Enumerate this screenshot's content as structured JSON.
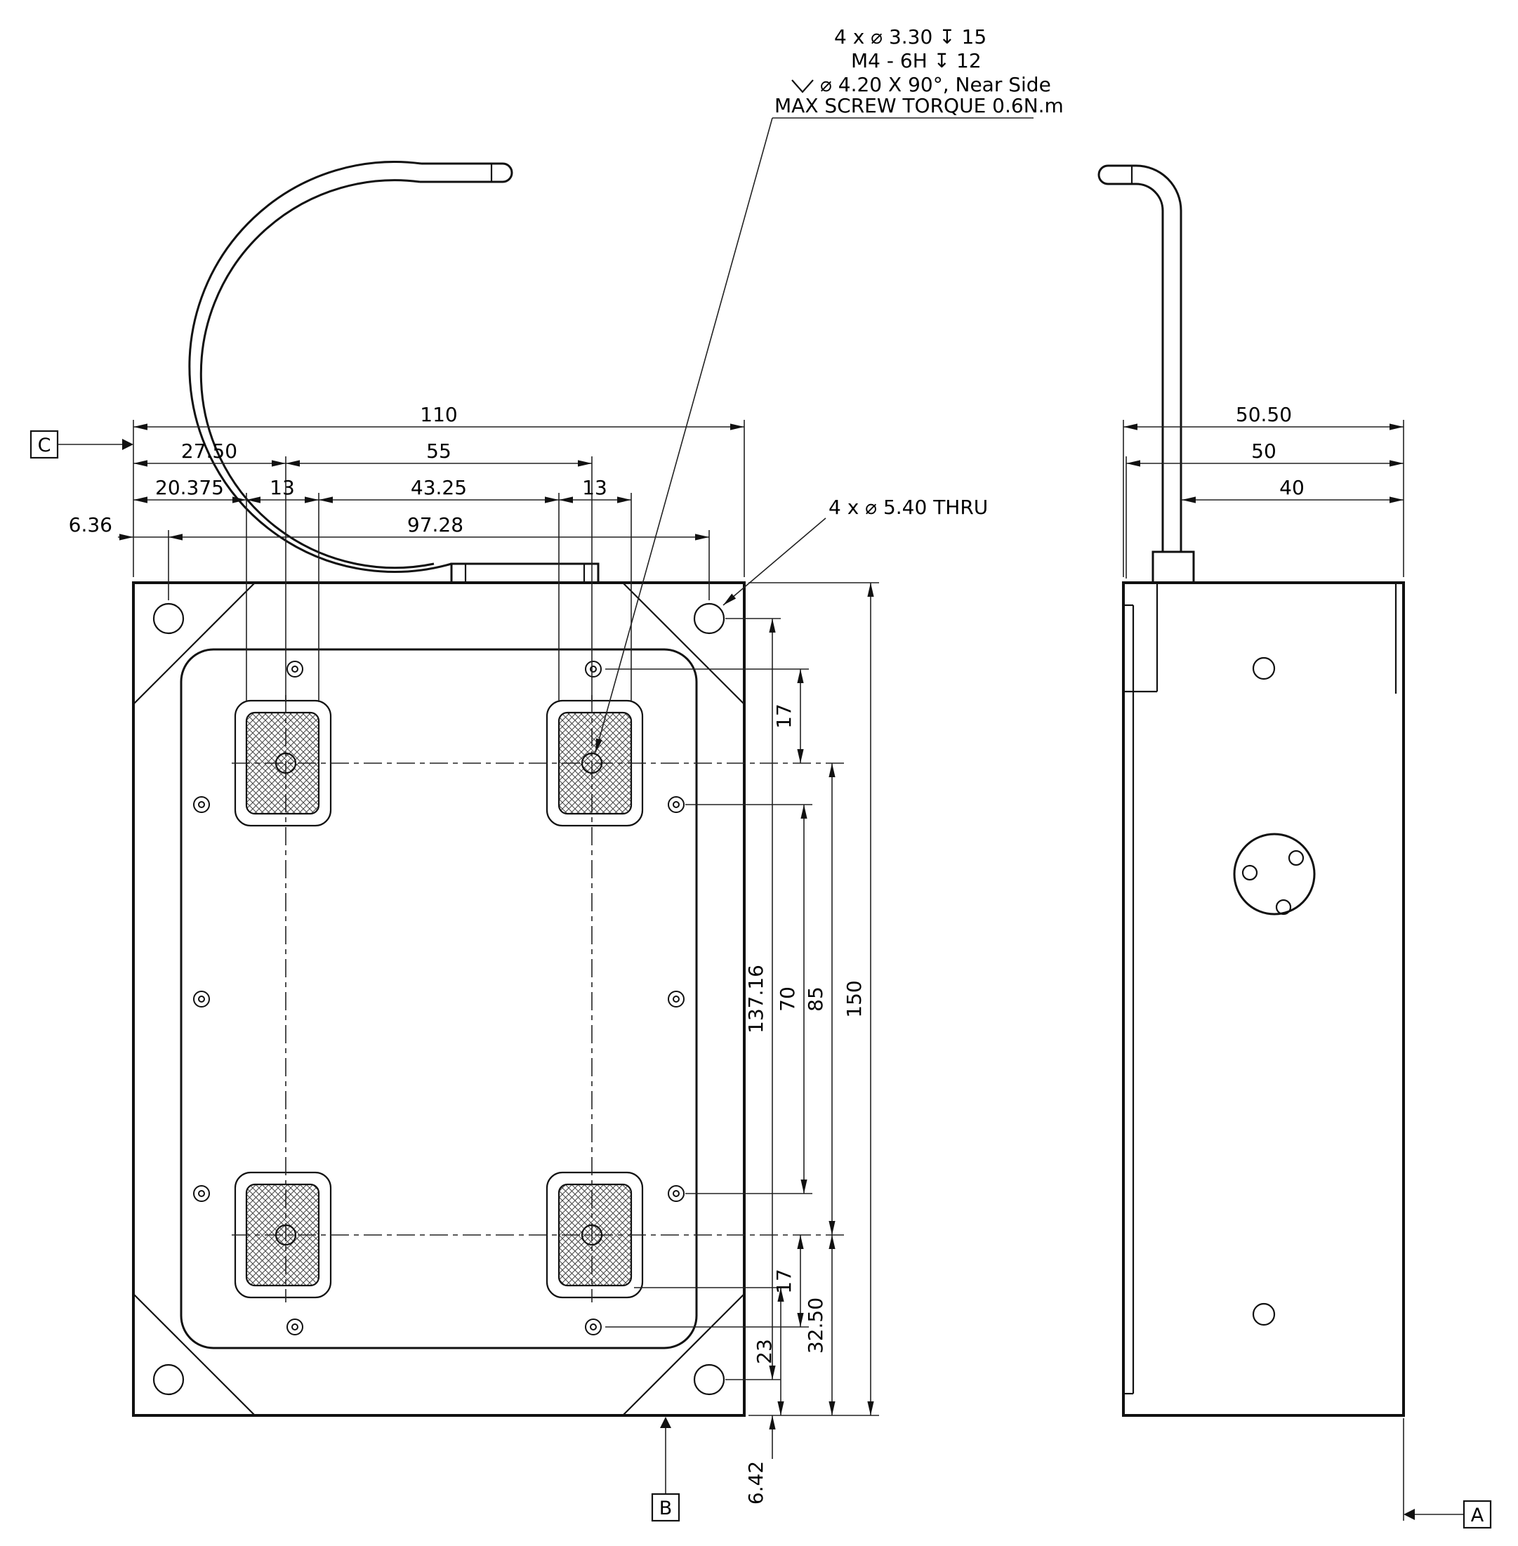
{
  "drawing": {
    "callout_tapped": {
      "line1": "4 x ⌀ 3.30  ↧ 15",
      "line2": "M4 - 6H  ↧ 12",
      "line3": "⌀ 4.20 X 90°, Near Side",
      "line4": "MAX SCREW TORQUE 0.6N.m"
    },
    "callout_thru": "4 x ⌀ 5.40 THRU",
    "datums": {
      "a": "A",
      "b": "B",
      "c": "C"
    },
    "front": {
      "width": "110",
      "pad_hole_offset": "27.50",
      "pad_hole_span": "55",
      "pad_left_offset": "20.375",
      "pad_width_left": "13",
      "pad_gap": "43.25",
      "pad_width_right": "13",
      "corner_hole_offset_x": "6.36",
      "corner_hole_span_x": "97.28",
      "screw_to_pad_top": "17",
      "corner_hole_span_y": "137.16",
      "screw_row_span": "70",
      "pad_row_span": "85",
      "height": "150",
      "pad_to_screw_bottom": "17",
      "pad_to_bottom_edge": "23",
      "pad_row_to_bottom": "32.50",
      "corner_hole_offset_y": "6.42"
    },
    "side": {
      "depth_overall": "50.50",
      "depth": "50",
      "tube_offset": "40"
    }
  }
}
